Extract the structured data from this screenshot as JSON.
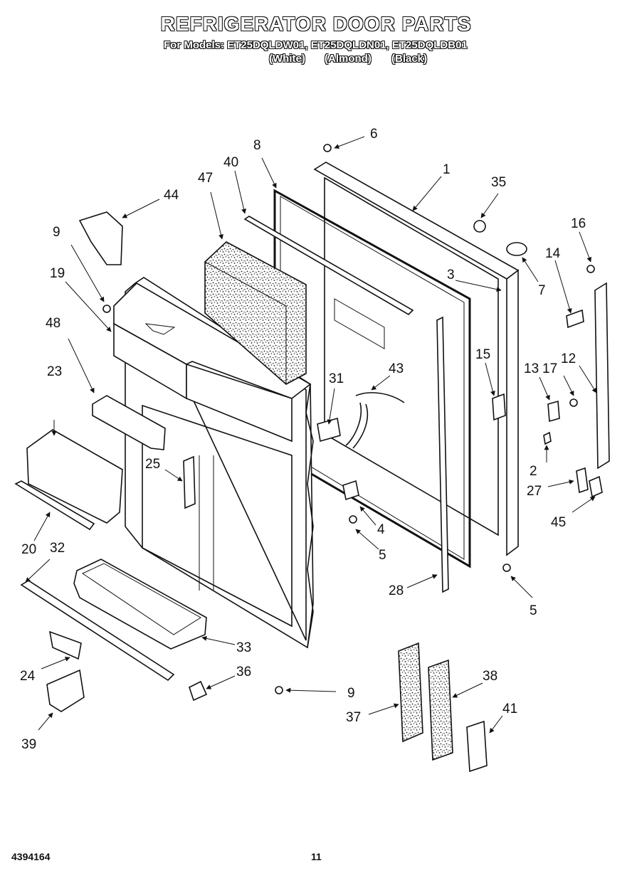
{
  "header": {
    "title": "REFRIGERATOR DOOR PARTS",
    "models_line": "For Models: ET25DQLDW01, ET25DQLDN01, ET25DQLDB01",
    "color_white": "(White)",
    "color_almond": "(Almond)",
    "color_black": "(Black)"
  },
  "footer": {
    "doc_number": "4394164",
    "page_number": "11"
  },
  "callouts": [
    {
      "id": "c1",
      "label": "1"
    },
    {
      "id": "c2",
      "label": "2"
    },
    {
      "id": "c3",
      "label": "3"
    },
    {
      "id": "c4",
      "label": "4"
    },
    {
      "id": "c5a",
      "label": "5"
    },
    {
      "id": "c5b",
      "label": "5"
    },
    {
      "id": "c6",
      "label": "6"
    },
    {
      "id": "c7",
      "label": "7"
    },
    {
      "id": "c8",
      "label": "8"
    },
    {
      "id": "c9a",
      "label": "9"
    },
    {
      "id": "c9b",
      "label": "9"
    },
    {
      "id": "c12",
      "label": "12"
    },
    {
      "id": "c13",
      "label": "13"
    },
    {
      "id": "c14",
      "label": "14"
    },
    {
      "id": "c15",
      "label": "15"
    },
    {
      "id": "c16",
      "label": "16"
    },
    {
      "id": "c17",
      "label": "17"
    },
    {
      "id": "c19",
      "label": "19"
    },
    {
      "id": "c20",
      "label": "20"
    },
    {
      "id": "c23",
      "label": "23"
    },
    {
      "id": "c24",
      "label": "24"
    },
    {
      "id": "c25",
      "label": "25"
    },
    {
      "id": "c27",
      "label": "27"
    },
    {
      "id": "c28",
      "label": "28"
    },
    {
      "id": "c31",
      "label": "31"
    },
    {
      "id": "c32",
      "label": "32"
    },
    {
      "id": "c33",
      "label": "33"
    },
    {
      "id": "c35",
      "label": "35"
    },
    {
      "id": "c36",
      "label": "36"
    },
    {
      "id": "c37",
      "label": "37"
    },
    {
      "id": "c38",
      "label": "38"
    },
    {
      "id": "c39",
      "label": "39"
    },
    {
      "id": "c40",
      "label": "40"
    },
    {
      "id": "c41",
      "label": "41"
    },
    {
      "id": "c43",
      "label": "43"
    },
    {
      "id": "c44",
      "label": "44"
    },
    {
      "id": "c45",
      "label": "45"
    },
    {
      "id": "c47",
      "label": "47"
    },
    {
      "id": "c48",
      "label": "48"
    }
  ]
}
